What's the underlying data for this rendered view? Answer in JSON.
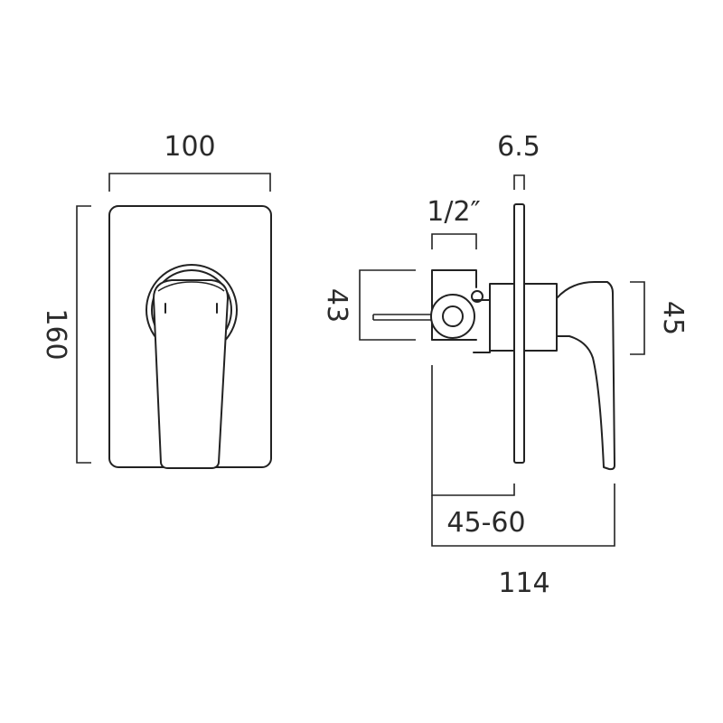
{
  "colors": {
    "line": "#222222",
    "text": "#2b2b2b",
    "background": "#ffffff"
  },
  "dimensions": {
    "front_width": "100",
    "front_height": "160",
    "plate_thickness": "6.5",
    "inlet_size": "1/2″",
    "body_depth": "43",
    "lever_height": "45",
    "wall_depth_range": "45-60",
    "overall_projection": "114"
  }
}
